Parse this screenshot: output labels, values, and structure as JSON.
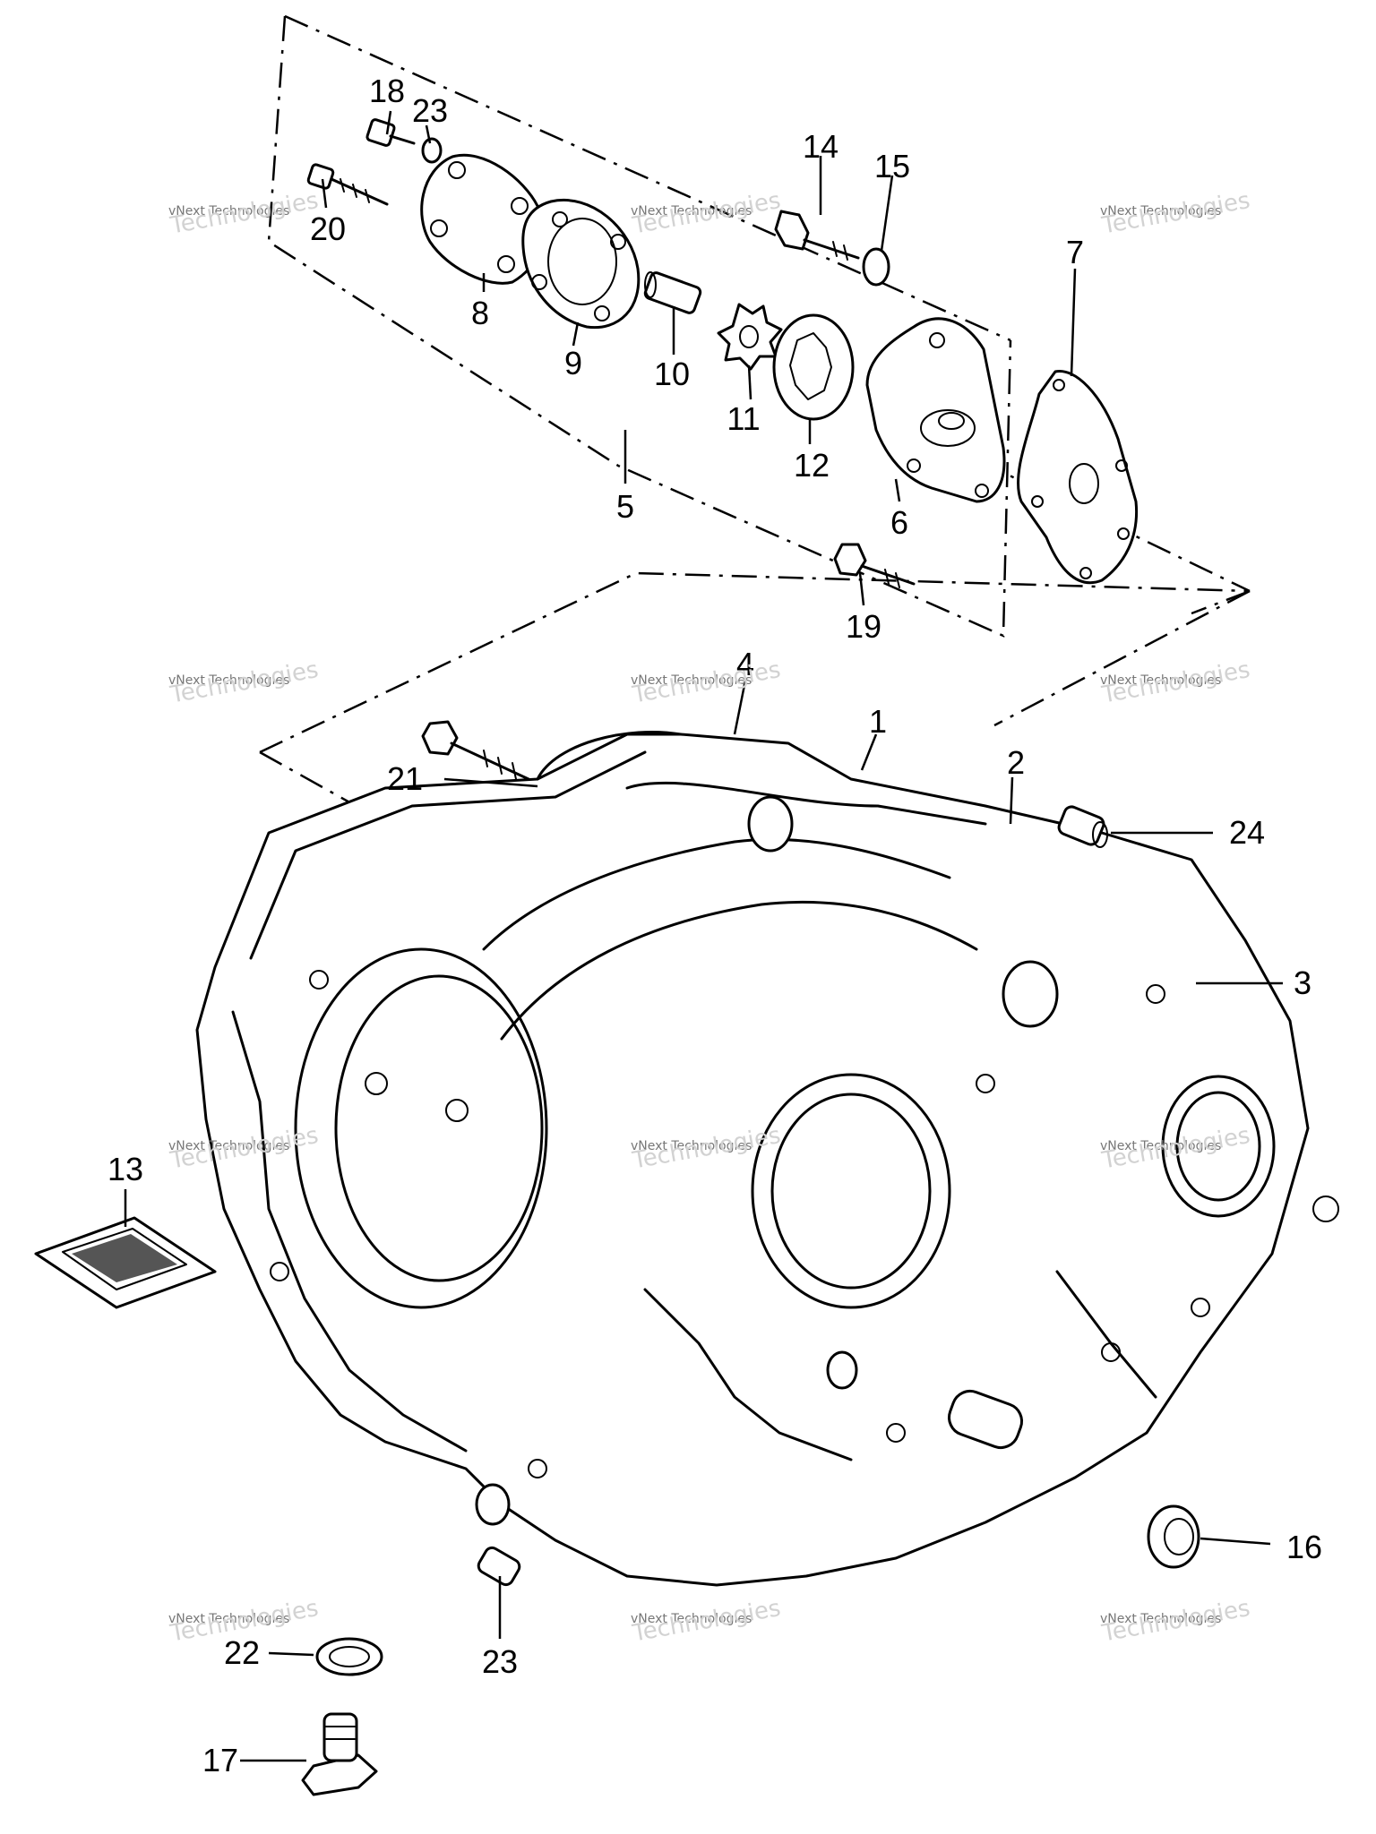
{
  "diagram": {
    "parts": [
      {
        "id": "part-18",
        "label": "18"
      },
      {
        "id": "part-23-top",
        "label": "23"
      },
      {
        "id": "part-20",
        "label": "20"
      },
      {
        "id": "part-8",
        "label": "8"
      },
      {
        "id": "part-9",
        "label": "9"
      },
      {
        "id": "part-10",
        "label": "10"
      },
      {
        "id": "part-11",
        "label": "11"
      },
      {
        "id": "part-12",
        "label": "12"
      },
      {
        "id": "part-14",
        "label": "14"
      },
      {
        "id": "part-15",
        "label": "15"
      },
      {
        "id": "part-7",
        "label": "7"
      },
      {
        "id": "part-6",
        "label": "6"
      },
      {
        "id": "part-5",
        "label": "5"
      },
      {
        "id": "part-19",
        "label": "19"
      },
      {
        "id": "part-4",
        "label": "4"
      },
      {
        "id": "part-1",
        "label": "1"
      },
      {
        "id": "part-2",
        "label": "2"
      },
      {
        "id": "part-21",
        "label": "21"
      },
      {
        "id": "part-24",
        "label": "24"
      },
      {
        "id": "part-3",
        "label": "3"
      },
      {
        "id": "part-13",
        "label": "13"
      },
      {
        "id": "part-16",
        "label": "16"
      },
      {
        "id": "part-22",
        "label": "22"
      },
      {
        "id": "part-23-bottom",
        "label": "23"
      },
      {
        "id": "part-17",
        "label": "17"
      }
    ],
    "watermark": {
      "line1": "vNext Technologies",
      "line2": "Technologies"
    }
  }
}
